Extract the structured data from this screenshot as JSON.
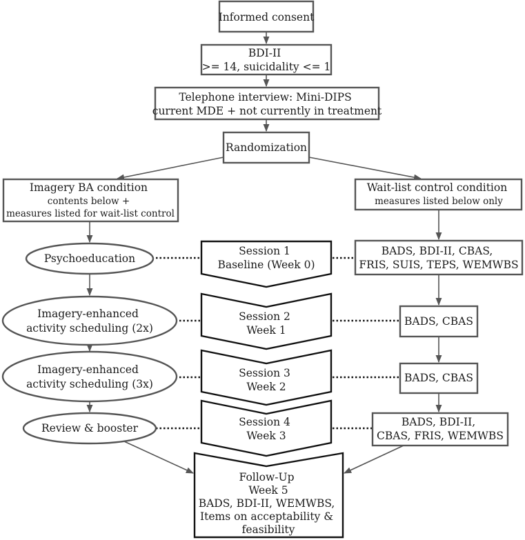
{
  "nodes": {
    "consent": {
      "lines": [
        "Informed consent"
      ]
    },
    "bdi": {
      "lines": [
        "BDI-II",
        ">= 14, suicidality <= 1"
      ]
    },
    "interview": {
      "lines": [
        "Telephone interview: Mini-DIPS",
        "current MDE + not currently in treatment"
      ]
    },
    "randomization": {
      "lines": [
        "Randomization"
      ]
    },
    "imagery_condition": {
      "lines": [
        "Imagery BA condition",
        "contents below +",
        "measures listed for wait-list control"
      ]
    },
    "waitlist_condition": {
      "lines": [
        "Wait-list control condition",
        "measures listed below only"
      ]
    },
    "psychoeducation": {
      "lines": [
        "Psychoeducation"
      ]
    },
    "scheduling_2x": {
      "lines": [
        "Imagery-enhanced",
        "activity scheduling (2x)"
      ]
    },
    "scheduling_3x": {
      "lines": [
        "Imagery-enhanced",
        "activity scheduling (3x)"
      ]
    },
    "review": {
      "lines": [
        "Review & booster"
      ]
    },
    "session1": {
      "lines": [
        "Session 1",
        "Baseline (Week 0)"
      ]
    },
    "session2": {
      "lines": [
        "Session 2",
        "Week 1"
      ]
    },
    "session3": {
      "lines": [
        "Session 3",
        "Week 2"
      ]
    },
    "session4": {
      "lines": [
        "Session 4",
        "Week 3"
      ]
    },
    "measures1": {
      "lines": [
        "BADS, BDI-II, CBAS,",
        "FRIS, SUIS, TEPS, WEMWBS"
      ]
    },
    "measures2": {
      "lines": [
        "BADS, CBAS"
      ]
    },
    "measures3": {
      "lines": [
        "BADS, CBAS"
      ]
    },
    "measures4": {
      "lines": [
        "BADS, BDI-II,",
        "CBAS, FRIS, WEMWBS"
      ]
    },
    "followup": {
      "lines": [
        "Follow-Up",
        "Week 5",
        "BADS, BDI-II, WEMWBS,",
        "Items on acceptability &",
        "feasibility"
      ]
    }
  }
}
